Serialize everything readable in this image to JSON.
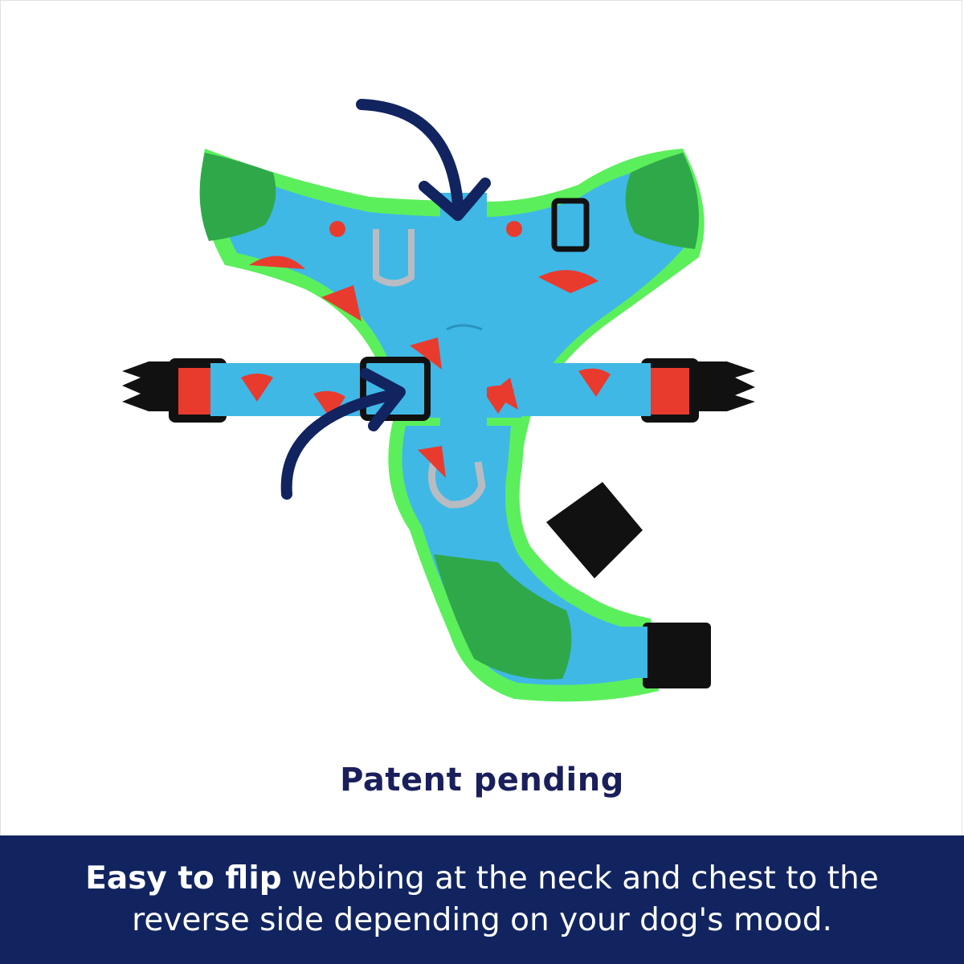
{
  "caption": {
    "patent": "Patent pending",
    "highlight": "Easy to flip",
    "line1_rest": " webbing at the neck and chest to the",
    "line2": "reverse side depending on your dog's mood."
  },
  "colors": {
    "navy": "#112460",
    "caption_text": "#1a1f5c",
    "harness_blue": "#3fb8e6",
    "trim_green": "#5cef5c",
    "dark_green": "#2fa84a",
    "watermelon_red": "#e83b2e",
    "buckle_black": "#111111"
  },
  "icons": [
    "arrow-icon",
    "buckle-icon",
    "d-ring-icon"
  ]
}
